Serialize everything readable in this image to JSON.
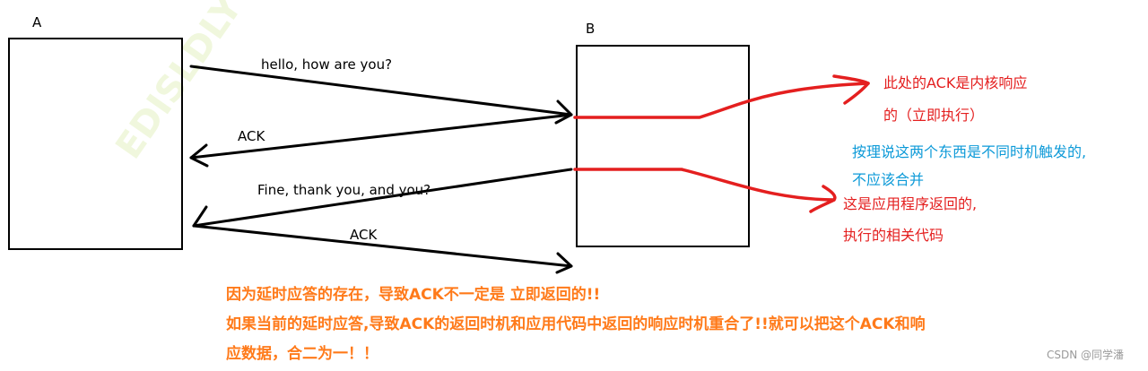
{
  "nodes": {
    "a": {
      "label": "A"
    },
    "b": {
      "label": "B"
    }
  },
  "messages": {
    "hello": "hello, how are you?",
    "ack_1": "ACK",
    "fine": "Fine, thank you, and you?",
    "ack_2": "ACK"
  },
  "annotations": {
    "kernel_ack": [
      "此处的ACK是内核响应",
      "的（立即执行）"
    ],
    "should_not_merge": [
      "按理说这两个东西是不同时机触发的,",
      "不应该合并"
    ],
    "app_return": [
      "这是应用程序返回的,",
      "执行的相关代码"
    ]
  },
  "conclusion": [
    "因为延时应答的存在，导致ACK不一定是 立即返回的!!",
    "如果当前的延时应答,导致ACK的返回时机和应用代码中返回的响应时机重合了!!就可以把这个ACK和响",
    "应数据，合二为一！！"
  ],
  "watermark": "EDISLDLY",
  "footer": "CSDN @同学潘",
  "colors": {
    "red": "#e41f1f",
    "blue": "#0d9ad8",
    "orange": "#ff7a1a",
    "black": "#000000"
  }
}
